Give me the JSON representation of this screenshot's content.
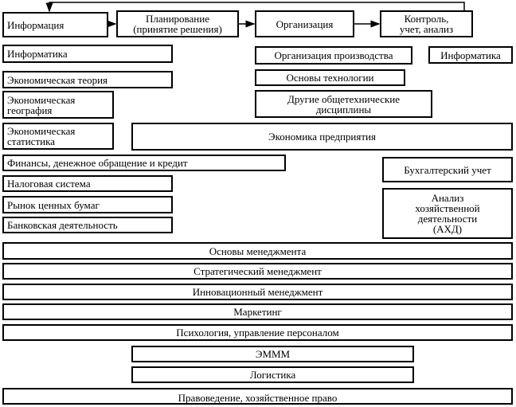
{
  "flow": {
    "info": "Информация",
    "planning": "Планирование\n(принятие решения)",
    "organization": "Организация",
    "control": "Контроль,\nучет, анализ"
  },
  "disciplines": {
    "informatics_left": "Информатика",
    "production_org": "Организация производства",
    "informatics_right": "Информатика",
    "econ_theory": "Экономическая теория",
    "tech_basics": "Основы технологии",
    "econ_geography": "Экономическая\nгеография",
    "other_tech": "Другие общетехнические\nдисциплины",
    "econ_statistics": "Экономическая\nстатистика",
    "enterprise_econ": "Экономика предприятия",
    "finance": "Финансы, денежное обращение и кредит",
    "accounting": "Бухгалтерский учет",
    "tax": "Налоговая система",
    "analysis": "Анализ\nхозяйственной\nдеятельности\n(АХД)",
    "securities": "Рынок ценных бумаг",
    "banking": "Банковская деятельность",
    "mgmt_basics": "Основы менеджмента",
    "strategic_mgmt": "Стратегический менеджмент",
    "innovation_mgmt": "Инновационный менеджмент",
    "marketing": "Маркетинг",
    "psychology": "Психология, управление персоналом",
    "emmm": "ЭММM",
    "logistics": "Логистика",
    "law": "Правоведение, хозяйственное право"
  }
}
